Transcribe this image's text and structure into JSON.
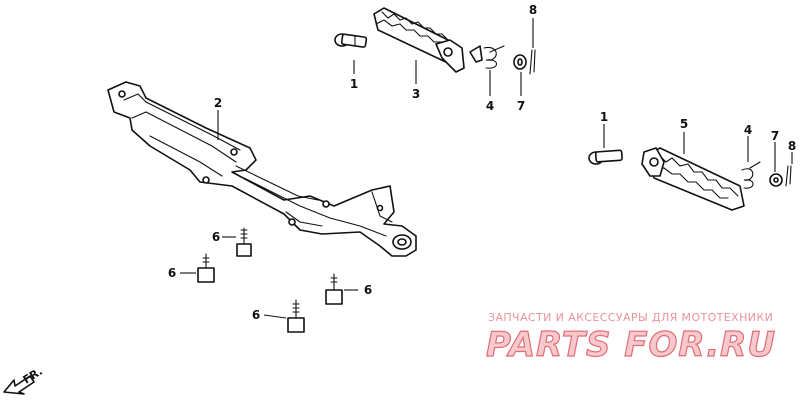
{
  "callouts": {
    "pin_top": "1",
    "step_top": "3",
    "spring_top": "4",
    "washer_top": "7",
    "cotter_top": "8",
    "bar": "2",
    "pin_right": "1",
    "step_right": "5",
    "spring_right": "4",
    "washer_right": "7",
    "cotter_right": "8",
    "bolt_a": "6",
    "bolt_b": "6",
    "bolt_c": "6",
    "bolt_d": "6"
  },
  "direction_label": "FR.",
  "watermark": {
    "tagline": "ЗАПЧАСТИ И АКСЕССУАРЫ ДЛЯ МОТОТЕХНИКИ",
    "brand": "PARTS FOR.RU"
  },
  "colors": {
    "ink": "#111111",
    "watermark_stroke": "#e06d77",
    "watermark_fill": "#f7c9cd"
  }
}
